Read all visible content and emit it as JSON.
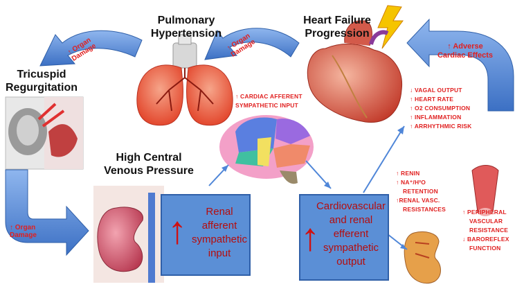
{
  "titles": {
    "pulmonary": "Pulmonary\nHypertension",
    "heart_failure": "Heart Failure\nProgression",
    "tricuspid": "Tricuspid\nRegurgitation",
    "cvp": "High Central\nVenous Pressure"
  },
  "arrow_labels": {
    "organ_damage_left": "Organ\nDamage",
    "organ_damage_mid": "Organ\nDamage",
    "organ_damage_bottom": "Organ\nDamage",
    "adverse": "Adverse\nCardiac Effects"
  },
  "cardiac_afferent": "Cardiac afferent\nsympathetic input",
  "heart_effects": [
    "vagal output",
    "heart Rate",
    "O2 consumption",
    "Inflammation",
    "Arrhythmic risk"
  ],
  "heart_effects_dir": [
    "down",
    "up",
    "up",
    "up",
    "up"
  ],
  "renin_effects": [
    "Renin",
    "Na⁺/H²O",
    "Retention",
    "Renal Vasc.",
    "Resistances"
  ],
  "vascular_effects": [
    "Peripheral",
    "Vascular",
    "Resistance",
    "Baroreflex",
    "function"
  ],
  "boxes": {
    "renal": "Renal\nafferent\nsympathetic\ninput",
    "cardio": "Cardiovascular\nand renal\nefferent\nsympathetic\noutput"
  },
  "colors": {
    "arrow_blue": "#4f86d8",
    "box_blue": "#5b8fd6",
    "text_red": "#e02020",
    "box_text": "#b50d0d"
  }
}
